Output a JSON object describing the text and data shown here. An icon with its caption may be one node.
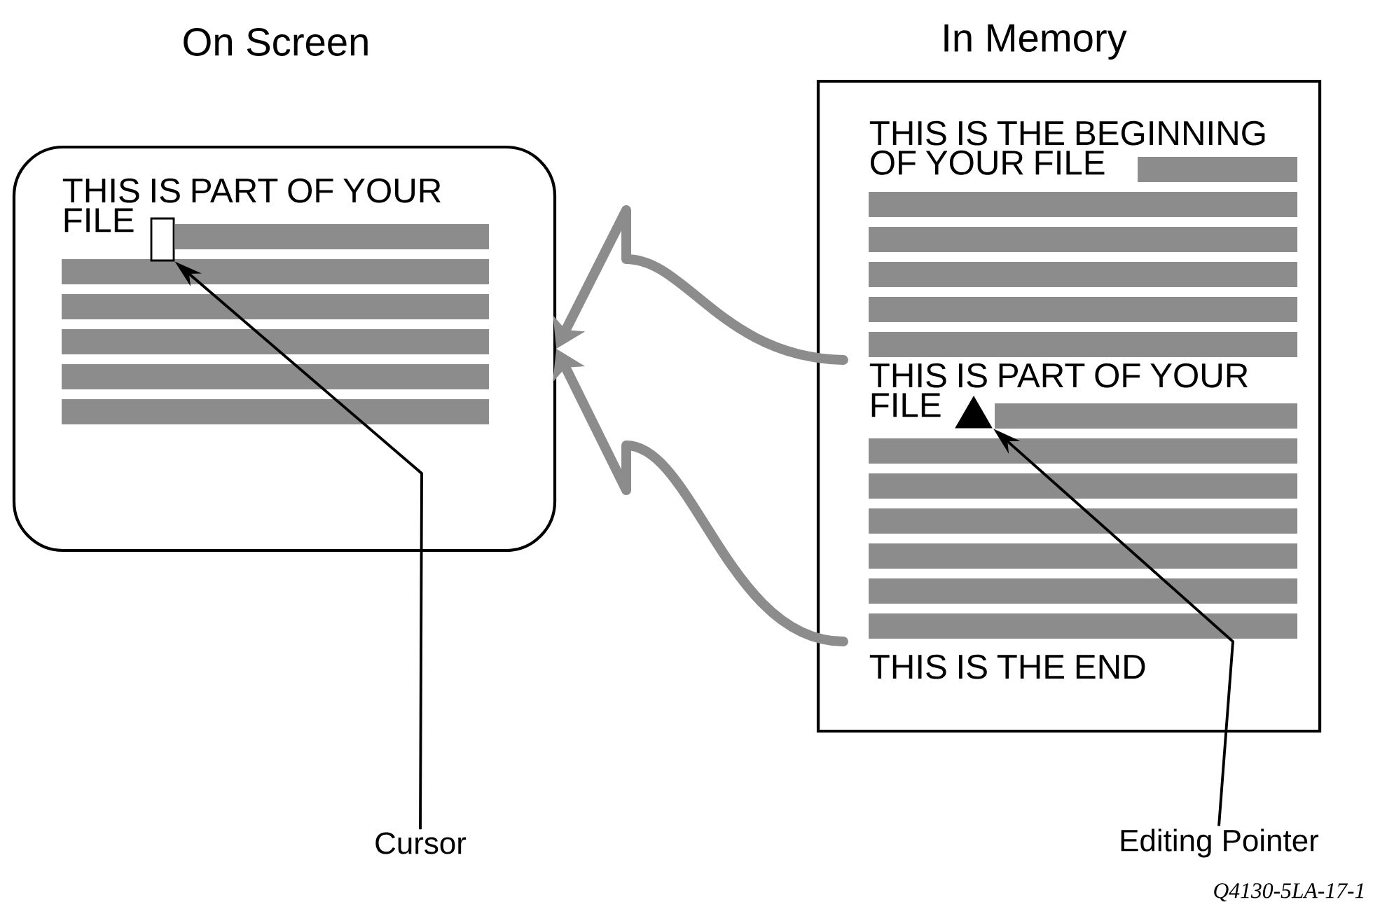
{
  "diagram": {
    "nodes": [
      {
        "text": [
          "On Screen",
          "THIS IS PART OF YOUR FILE"
        ]
      },
      {
        "text": [],
        "shape": "box",
        "in": 0
      },
      {
        "text": [
          "In Memory",
          "THIS IS THE BEGINNING OF YOUR FILE",
          "THIS IS PART OF YOUR FILE",
          "THIS IS THE END"
        ]
      },
      {
        "text": [],
        "shape": "triangle",
        "in": 2
      },
      {
        "text": [
          "Cursor"
        ]
      },
      {
        "text": [
          "Editing Pointer"
        ]
      }
    ],
    "edges": [
      {
        "from": 4,
        "to": 1,
        "arrow": "to"
      },
      {
        "from": 5,
        "to": 3,
        "arrow": "to"
      },
      {
        "from": 2,
        "to": 0,
        "arrow": "to",
        "style": "thick",
        "color": "#8c8c8c"
      },
      {
        "from": 2,
        "to": 0,
        "arrow": "to",
        "style": "thick",
        "color": "#8c8c8c"
      }
    ],
    "labels": [
      "Q4130-5LA-17-1"
    ]
  }
}
